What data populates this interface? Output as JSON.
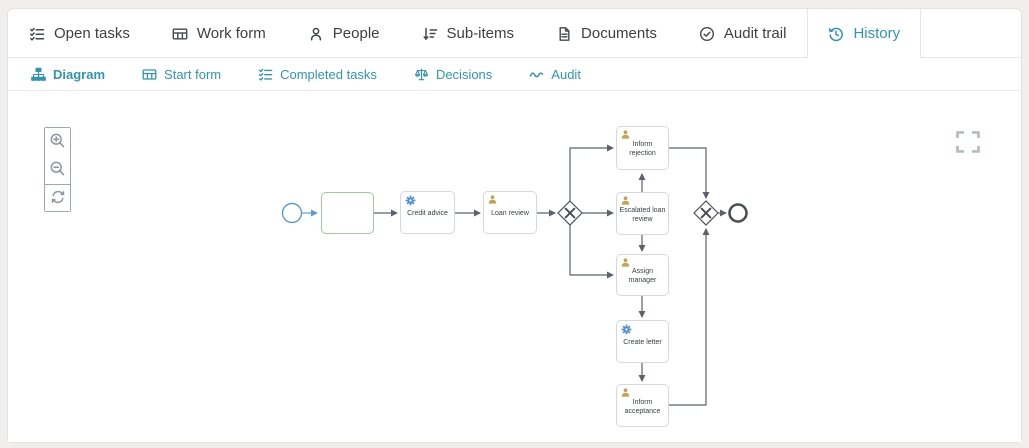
{
  "header": {
    "tabs": [
      {
        "label": "Open tasks",
        "icon": "checklist-icon"
      },
      {
        "label": "Work form",
        "icon": "form-icon"
      },
      {
        "label": "People",
        "icon": "person-icon"
      },
      {
        "label": "Sub-items",
        "icon": "sort-desc-icon"
      },
      {
        "label": "Documents",
        "icon": "document-icon"
      },
      {
        "label": "Audit trail",
        "icon": "shield-check-icon"
      },
      {
        "label": "History",
        "icon": "history-icon",
        "active": true
      }
    ]
  },
  "subnav": {
    "items": [
      {
        "label": "Diagram",
        "icon": "sitemap-icon",
        "active": true
      },
      {
        "label": "Start form",
        "icon": "form-icon"
      },
      {
        "label": "Completed tasks",
        "icon": "checklist-icon"
      },
      {
        "label": "Decisions",
        "icon": "scale-icon"
      },
      {
        "label": "Audit",
        "icon": "wave-icon"
      }
    ]
  },
  "toolbar": {
    "icons": [
      "zoom-in-icon",
      "zoom-out-icon",
      "reset-zoom-icon",
      "fullscreen-icon"
    ]
  },
  "diagram": {
    "type": "bpmn-process",
    "events": [
      {
        "type": "start-event"
      },
      {
        "type": "end-event"
      }
    ],
    "gateways": [
      {
        "type": "exclusive-gateway"
      },
      {
        "type": "exclusive-gateway"
      }
    ],
    "tasks": [
      {
        "label": "",
        "icon": "none",
        "state": "current"
      },
      {
        "label": "Credit advice",
        "icon": "gear-icon"
      },
      {
        "label": "Loan review",
        "icon": "user-icon"
      },
      {
        "label": "Inform rejection",
        "icon": "user-icon"
      },
      {
        "label": "Escalated loan review",
        "icon": "user-icon"
      },
      {
        "label": "Assign manager",
        "icon": "user-icon"
      },
      {
        "label": "Create letter",
        "icon": "gear-icon"
      },
      {
        "label": "Inform acceptance",
        "icon": "user-icon"
      }
    ],
    "colors": {
      "accent": "#3195b2",
      "task_border": "#d5d8dc",
      "current_task_border": "#9ccb9e",
      "flow_line": "#5a626e",
      "start_event": "#5b9bd5",
      "end_event": "#4a5058",
      "user_icon": "#c7a14f",
      "gear_icon": "#4a90d2"
    }
  }
}
